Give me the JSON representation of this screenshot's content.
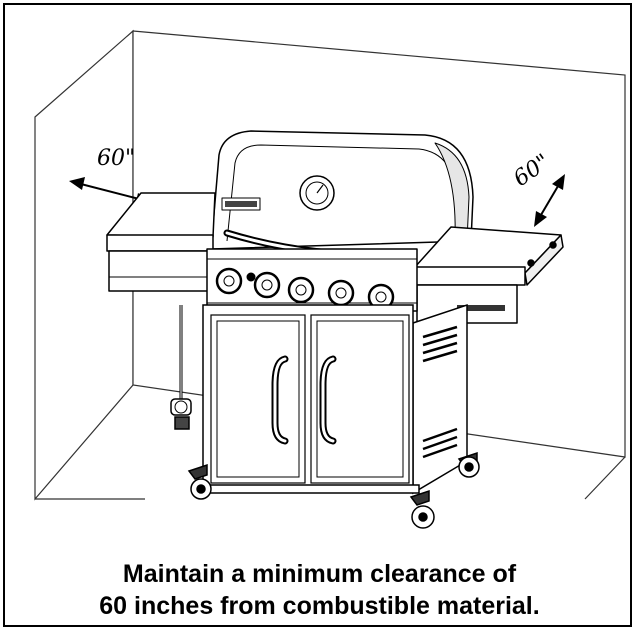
{
  "diagram": {
    "left_clearance_label": "60\"",
    "right_clearance_label": "60\"",
    "caption_line1": "Maintain a minimum clearance of",
    "caption_line2": "60 inches from combustible material."
  },
  "colors": {
    "ink": "#000000",
    "background": "#ffffff",
    "wall_line": "#333333"
  }
}
